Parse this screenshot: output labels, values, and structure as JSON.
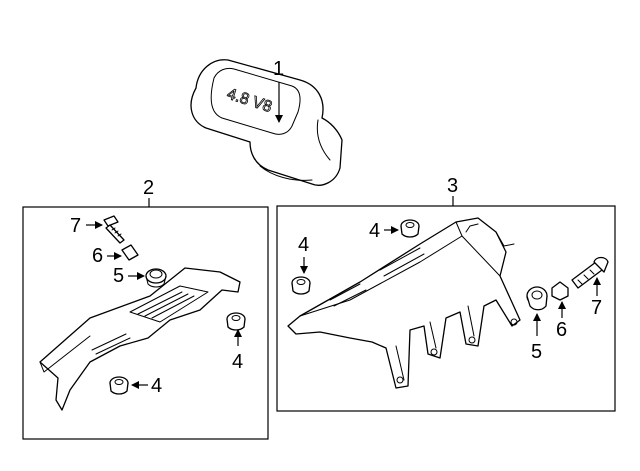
{
  "engine_badge_text": "4.8 V8",
  "callouts": {
    "engine_cover": "1",
    "left_cover_group": "2",
    "right_cover_group": "3",
    "left_bolt": "7",
    "left_washer": "6",
    "left_grommet": "5",
    "left_mount_lower_right": "4",
    "left_mount_bottom": "4",
    "right_mount_left": "4",
    "right_mount_top": "4",
    "right_grommet": "5",
    "right_washer": "6",
    "right_bolt": "7"
  },
  "colors": {
    "line": "#000000",
    "background": "#ffffff"
  }
}
